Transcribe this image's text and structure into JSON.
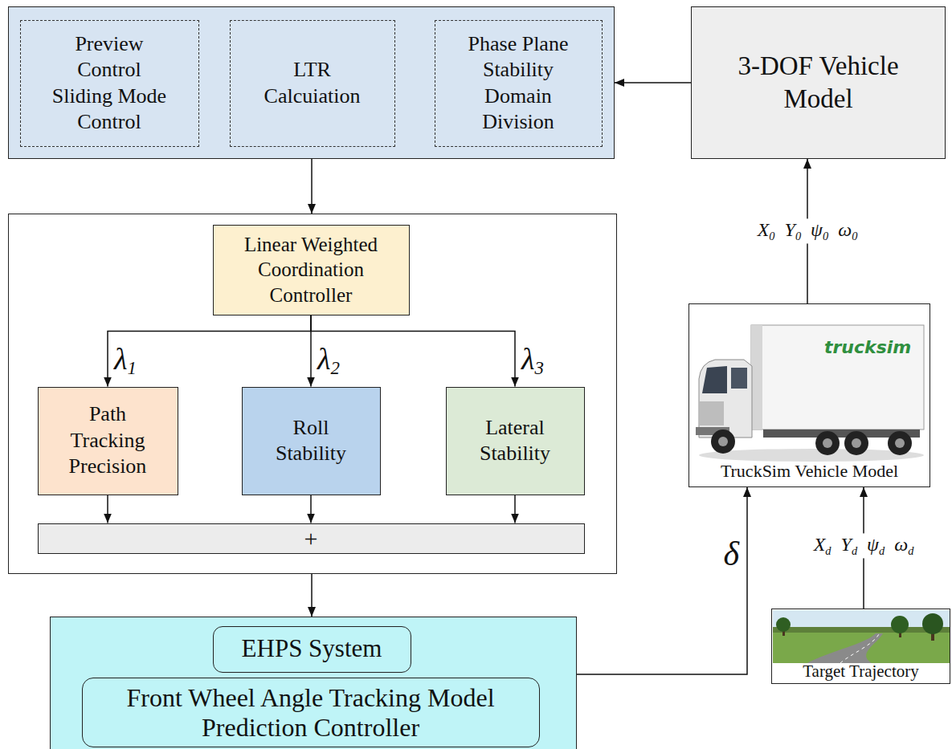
{
  "diagram": {
    "nodes": [
      {
        "text": []
      },
      {
        "text": [
          "Preview Control Sliding Mode Control"
        ],
        "in": 0
      },
      {
        "text": [
          "LTR Calcuiation"
        ],
        "in": 0
      },
      {
        "text": [
          "Phase Plane Stability Domain Division"
        ],
        "in": 0
      },
      {
        "text": [
          "3-DOF Vehicle Model"
        ]
      },
      {
        "text": []
      },
      {
        "text": [
          "Linear Weighted Coordination Controller"
        ],
        "in": 5
      },
      {
        "text": [
          "Path Tracking Precision"
        ],
        "in": 5
      },
      {
        "text": [
          "Roll Stability"
        ],
        "in": 5
      },
      {
        "text": [
          "Lateral Stability"
        ],
        "in": 5
      },
      {
        "text": [
          "+"
        ],
        "in": 5
      },
      {
        "text": []
      },
      {
        "text": [
          "EHPS System"
        ],
        "in": 11
      },
      {
        "text": [
          "Front Wheel Angle Tracking Model Prediction Controller"
        ],
        "in": 11
      },
      {
        "text": [
          "TruckSim Vehicle Model"
        ]
      },
      {
        "text": [
          "Target Trajectory"
        ]
      }
    ],
    "edges": [
      {
        "from": 4,
        "to": 0,
        "arrow": "to"
      },
      {
        "from": 0,
        "to": 5,
        "arrow": "to"
      },
      {
        "from": 6,
        "to": 7,
        "label": "λ1",
        "arrow": "to"
      },
      {
        "from": 6,
        "to": 8,
        "label": "λ2",
        "arrow": "to"
      },
      {
        "from": 6,
        "to": 9,
        "label": "λ3",
        "arrow": "to"
      },
      {
        "from": 7,
        "to": 10,
        "arrow": "to"
      },
      {
        "from": 8,
        "to": 10,
        "arrow": "to"
      },
      {
        "from": 9,
        "to": 10,
        "arrow": "to"
      },
      {
        "from": 5,
        "to": 11,
        "arrow": "to"
      },
      {
        "from": 11,
        "to": 14,
        "label": "δ",
        "arrow": "to"
      },
      {
        "from": 15,
        "to": 14,
        "label": "Xd Yd ψd ωd",
        "arrow": "to"
      },
      {
        "from": 14,
        "to": 4,
        "label": "X0 Y0 ψ0 ω0",
        "arrow": "to"
      }
    ],
    "labels": [
      "trucksim"
    ]
  }
}
